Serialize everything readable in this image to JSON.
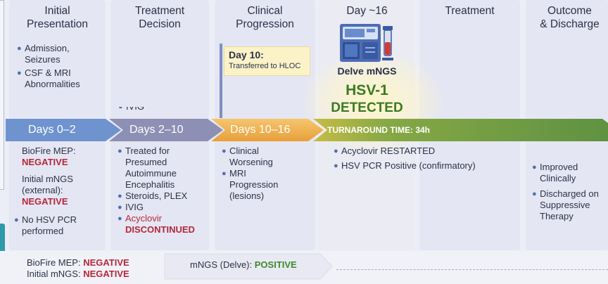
{
  "columns": [
    {
      "id": "initial",
      "header": [
        "Initial",
        "Presentation"
      ],
      "chevron": "Days 0–2"
    },
    {
      "id": "decision",
      "header": [
        "Treatment",
        "Decision"
      ],
      "chevron": "Days 2–10"
    },
    {
      "id": "progression",
      "header": [
        "Clinical",
        "Progression"
      ],
      "chevron": "Days 10–16"
    },
    {
      "id": "day16",
      "header": [
        "Day ~16"
      ],
      "chevron": "TURNAROUND TIME: 34h"
    },
    {
      "id": "treatment",
      "header": [
        "Treatment"
      ]
    },
    {
      "id": "outcome",
      "header": [
        "Outcome",
        "& Discharge"
      ]
    }
  ],
  "initial": {
    "top_items": [
      "Admission, Seizures",
      "CSF & MRI Abnormalities"
    ],
    "biofire_label": "BioFire MEP:",
    "biofire_value": "NEGATIVE",
    "mngs_label": "Initial mNGS (external):",
    "mngs_value": "NEGATIVE",
    "no_pcr": "No HSV PCR performed"
  },
  "decision": {
    "partial_text": "IVIG",
    "items": [
      "Treated for Presumed Autoimmune Encephalitis",
      "Steroids, PLEX",
      "IVIG"
    ],
    "acyclovir": "Acyclovir",
    "discontinued": "DISCONTINUED"
  },
  "progression": {
    "note_title": "Day 10:",
    "note_body": "Transferred to HLOC",
    "items": [
      "Clinical Worsening",
      "MRI Progression (lesions)"
    ]
  },
  "day16": {
    "device_label": "Delve mNGS",
    "result_line1": "HSV-1",
    "result_line2": "DETECTED",
    "items": [
      "Acyclovir RESTARTED",
      "HSV PCR Positive (confirmatory)"
    ]
  },
  "outcome": {
    "items": [
      "Improved Clinically",
      "Discharged on Suppressive Therapy"
    ]
  },
  "footer": {
    "biofire_label": "BioFire MEP:",
    "biofire_value": "NEGATIVE",
    "mngs_label": "Initial mNGS:",
    "mngs_value": "NEGATIVE",
    "delve_label": "mNGS (Delve):",
    "delve_value": "POSITIVE"
  },
  "colors": {
    "chevron_blue": "#6f93cf",
    "chevron_purple": "#8e8fb5",
    "chevron_orange": "#f0b14f",
    "chevron_green": "#6b9a44",
    "negative": "#b4283a",
    "positive": "#3f8a2d",
    "hsv_green": "#3b7a22"
  }
}
